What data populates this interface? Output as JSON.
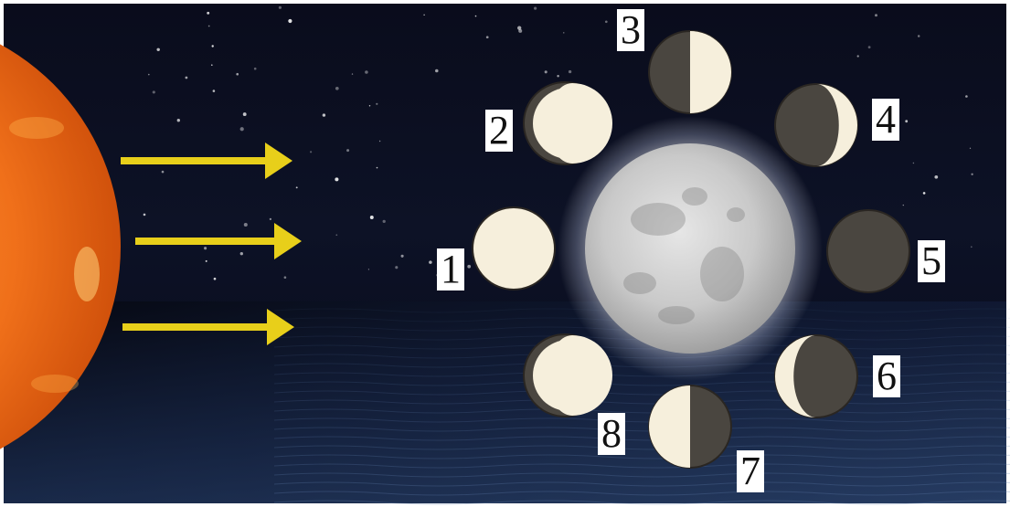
{
  "phase_labels": [
    "1",
    "2",
    "3",
    "4",
    "5",
    "6",
    "7",
    "8"
  ],
  "icons": {
    "sun": "sun-icon",
    "earth_moon": "moon-icon",
    "arrow": "arrow-right-icon"
  },
  "colors": {
    "space": "#0b0d1c",
    "sea": "#1a2846",
    "arrow": "#e8cf1a",
    "lit": "#f6efdc",
    "shadow": "#4a4640",
    "sun": "#f2711a",
    "moon_glow": "#ffffff"
  }
}
